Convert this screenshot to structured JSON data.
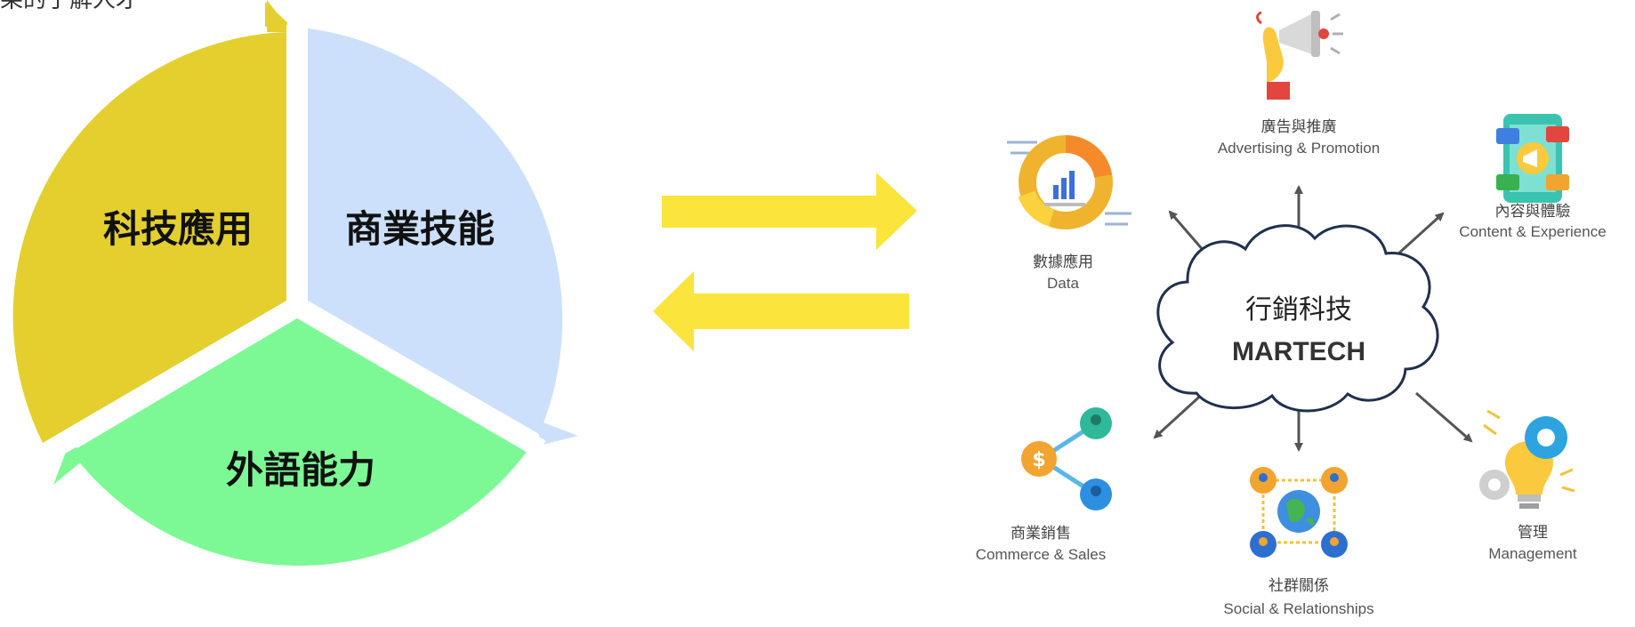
{
  "top_left_fragment": "果的了解人才",
  "cycle": {
    "segments": [
      {
        "id": "tech",
        "label": "科技應用",
        "color": "#e4cf2e"
      },
      {
        "id": "business",
        "label": "商業技能",
        "color": "#cce0fb"
      },
      {
        "id": "language",
        "label": "外語能力",
        "color": "#7cf994"
      }
    ]
  },
  "exchange_arrows": {
    "color": "#fbe43b"
  },
  "martech": {
    "center": {
      "title": "行銷科技",
      "subtitle": "MARTECH"
    },
    "nodes": [
      {
        "id": "advertising",
        "title": "廣告與推廣",
        "subtitle": "Advertising & Promotion",
        "icon": "megaphone-hand-icon"
      },
      {
        "id": "data",
        "title": "數據應用",
        "subtitle": "Data",
        "icon": "data-chart-icon"
      },
      {
        "id": "content",
        "title": "內容與體驗",
        "subtitle": "Content & Experience",
        "icon": "content-phone-icon"
      },
      {
        "id": "commerce",
        "title": "商業銷售",
        "subtitle": "Commerce & Sales",
        "icon": "commerce-share-icon"
      },
      {
        "id": "social",
        "title": "社群關係",
        "subtitle": "Social & Relationships",
        "icon": "social-network-icon"
      },
      {
        "id": "management",
        "title": "管理",
        "subtitle": "Management",
        "icon": "management-bulb-icon"
      }
    ]
  }
}
